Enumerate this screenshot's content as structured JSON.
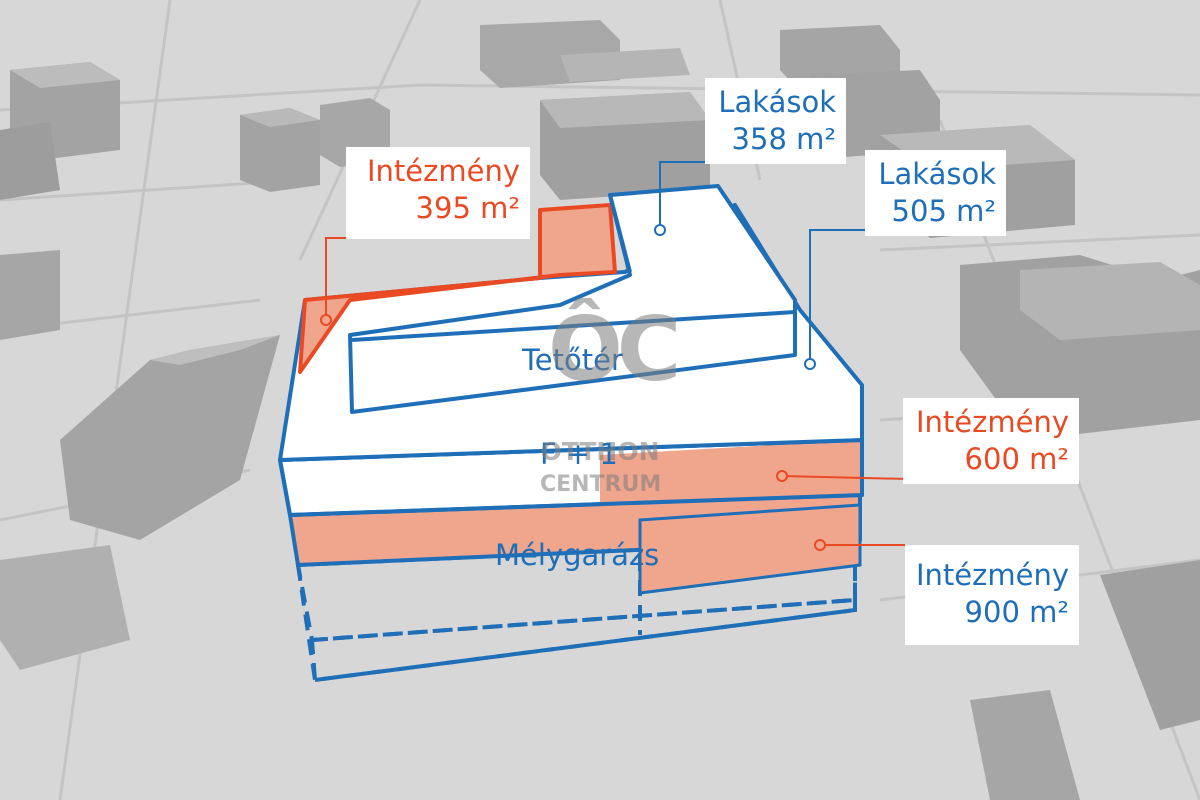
{
  "colors": {
    "blue": "#1f6fb8",
    "red": "#ea4a23",
    "salmon": "#f0a58d",
    "ground": "#d9d9d9",
    "context_building": "#9b9b9b"
  },
  "callouts": {
    "lakasok_358": {
      "title": "Lakások",
      "value": "358 m²"
    },
    "lakasok_505": {
      "title": "Lakások",
      "value": "505 m²"
    },
    "intezmeny_395": {
      "title": "Intézmény",
      "value": "395 m²"
    },
    "intezmeny_600": {
      "title": "Intézmény",
      "value": "600 m²"
    },
    "intezmeny_900": {
      "title": "Intézmény",
      "value": "900 m²"
    }
  },
  "floor_labels": {
    "tetoter": "Tetőtér",
    "f1": "F + 1",
    "melygarazs": "Mélygarázs"
  },
  "watermark": {
    "logo": "ÔC",
    "line1": "OTTHON",
    "line2": "CENTRUM"
  }
}
